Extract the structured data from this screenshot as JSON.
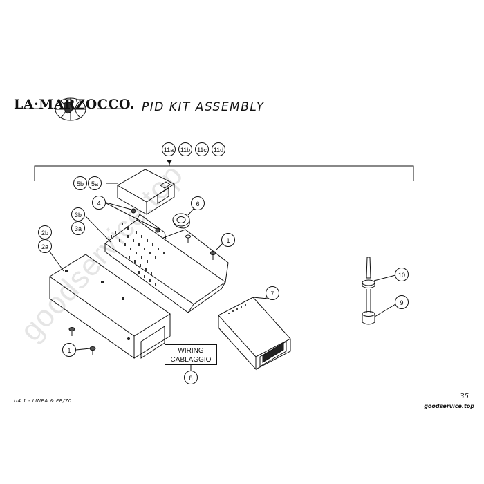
{
  "header": {
    "brand": "LA·MARZOCCO.",
    "title": "PID KIT ASSEMBLY"
  },
  "diagram": {
    "callouts": [
      "11a",
      "11b",
      "11c",
      "11d",
      "5b",
      "5a",
      "4",
      "6",
      "3b",
      "3a",
      "2b",
      "2a",
      "1",
      "1",
      "7",
      "10",
      "9",
      "8"
    ],
    "wiring_label_line1": "WIRING",
    "wiring_label_line2": "CABLAGGIO"
  },
  "footer": {
    "model_text": "U4.1 - LINEA & FB/70",
    "page_number": "35",
    "site": "goodservice.top"
  },
  "watermark": "goodservice.top"
}
